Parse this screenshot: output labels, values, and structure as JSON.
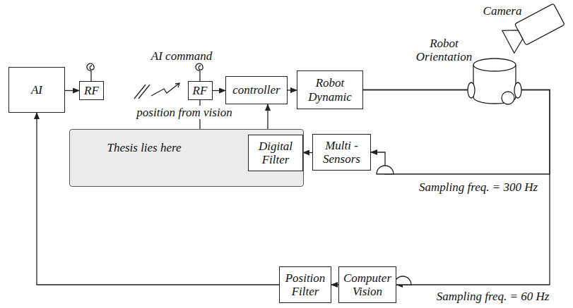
{
  "diagram": {
    "nodes": [
      {
        "text": [
          "AI"
        ]
      },
      {
        "text": [
          "RF"
        ]
      },
      {
        "text": [
          "RF"
        ]
      },
      {
        "text": [
          "controller"
        ]
      },
      {
        "text": [
          "Robot Dynamic"
        ]
      },
      {
        "text": [
          "Thesis lies here"
        ]
      },
      {
        "text": [
          "Digital Filter"
        ],
        "in": 5
      },
      {
        "text": [
          "Multi - Sensors"
        ]
      },
      {
        "text": [
          "Position Filter"
        ]
      },
      {
        "text": [
          "Computer Vision"
        ]
      }
    ],
    "edges": [
      {
        "from": 0,
        "to": 1,
        "arrow": "to"
      },
      {
        "from": 2,
        "to": 3,
        "arrow": "to"
      },
      {
        "from": 3,
        "to": 4,
        "arrow": "to"
      },
      {
        "from": 2,
        "to": 6,
        "arrow": "to"
      },
      {
        "from": 6,
        "to": 3,
        "arrow": "to"
      },
      {
        "from": 7,
        "to": 6,
        "arrow": "to"
      },
      {
        "from": 4,
        "to": 7,
        "arrow": "to"
      },
      {
        "from": 4,
        "to": 9,
        "arrow": "to"
      },
      {
        "from": 9,
        "to": 8,
        "arrow": "to"
      },
      {
        "from": 8,
        "to": 0,
        "arrow": "to"
      }
    ],
    "labels": [
      "AI command",
      "position from vision",
      "Camera",
      "Robot Orientation",
      "Sampling freq. = 300 Hz",
      "Sampling freq. = 60 Hz"
    ]
  }
}
